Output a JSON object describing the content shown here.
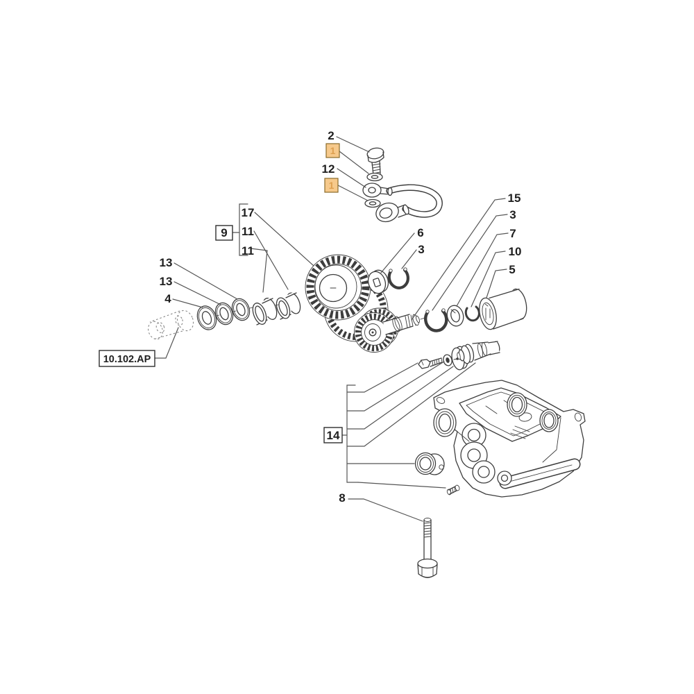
{
  "diagram": {
    "description": "Exploded parts diagram - oil pump drive gear, pipe and pump body",
    "colors": {
      "line": "#3d3d3d",
      "leader": "#545454",
      "label_text": "#1f1f1f",
      "highlight_fill": "#f6c98b",
      "highlight_border": "#8a6a2a",
      "highlight_text": "#dd9f4f",
      "phantom_line": "#878787",
      "background": "#ffffff"
    },
    "callouts": {
      "banjo_bolt": "2",
      "seal_washer_upper": "1",
      "banjo_union": "12",
      "seal_washer_lower": "1",
      "gear_group": "9",
      "drive_gear": "17",
      "bushing_right": "11",
      "bushing_left": "11",
      "ring_right": "13",
      "ring_left": "13",
      "ring_front": "4",
      "shaft_gear": "15",
      "snap_ring_shaft": "3",
      "notched_washer": "7",
      "snap_ring_small": "10",
      "spacer_bushing": "5",
      "keyed_washer": "6",
      "snap_ring_gear": "3",
      "pump_body_group": "14",
      "hex_bolt": "8",
      "reference_section": "10.102.AP"
    }
  }
}
